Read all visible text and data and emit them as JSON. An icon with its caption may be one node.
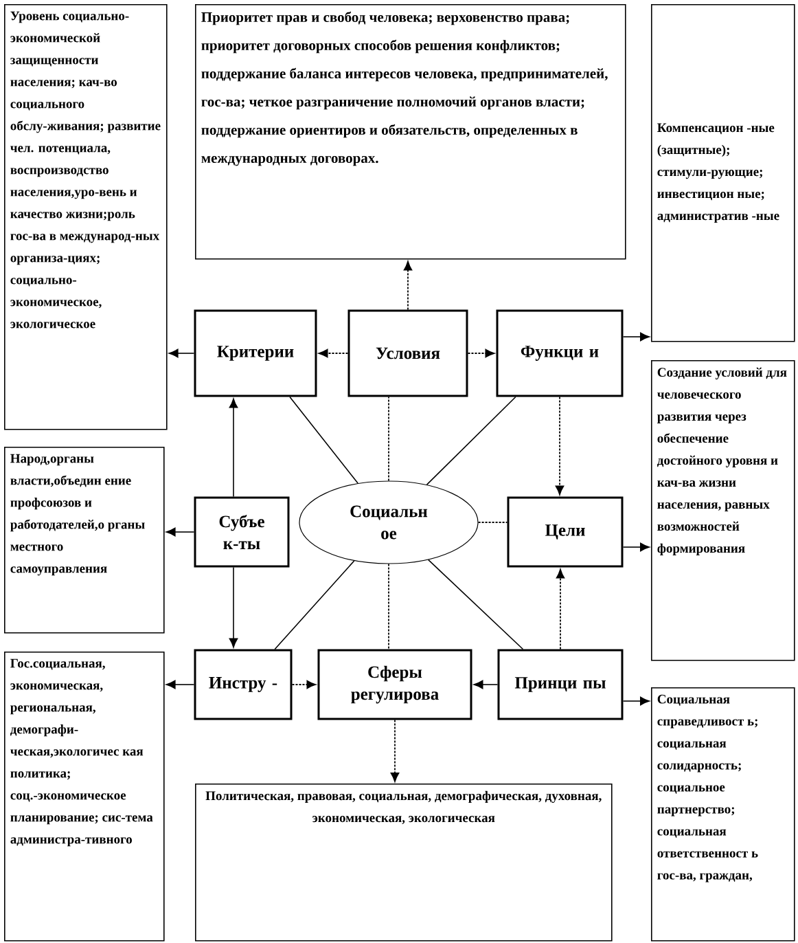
{
  "diagram": {
    "nodes": [
      {
        "text": [
          "Уровень социально-экономической защищенности населения; кач-во социального обслу-живания; развитие чел. потенциала, воспроизводство населения,уро-вень и качество жизни;роль гос-ва в международ-ных организа-циях; социально-экономическое, экологическое"
        ]
      },
      {
        "text": [
          "Приоритет прав и свобод человека; верховенство права; приоритет договорных способов решения конфликтов; поддержание баланса интересов человека, предпринимателей, гос-ва; четкое разграничение полномочий органов власти; поддержание ориентиров и обязательств, определенных в международных договорах."
        ]
      },
      {
        "text": [
          "Компенсацион -ные (защитные); стимули-рующие; инвестицион ные; административ -ные"
        ]
      },
      {
        "text": [
          "Критерии"
        ]
      },
      {
        "text": [
          "Условия"
        ]
      },
      {
        "text": [
          "Функци и"
        ]
      },
      {
        "text": [
          "Создание условий для человеческого развития через обеспечение достойного уровня и кач-ва жизни населения, равных возможностей формирования"
        ]
      },
      {
        "text": [
          "Народ,органы власти,объедин ение профсоюзов и работодателей,о рганы местного самоуправления"
        ]
      },
      {
        "text": [
          "Субъе к-ты"
        ]
      },
      {
        "text": [
          "Социальн ое"
        ]
      },
      {
        "text": [
          "Цели"
        ]
      },
      {
        "text": [
          "Гос.социальная, экономическая, региональная, демографи-ческая,экологичес кая политика; соц.-экономическое планирование; сис-тема администра-тивного"
        ]
      },
      {
        "text": [
          "Инстру -"
        ]
      },
      {
        "text": [
          "Сферы регулирова"
        ]
      },
      {
        "text": [
          "Принци пы"
        ]
      },
      {
        "text": [
          "Политическая, правовая, социальная, демографическая, духовная, экономическая, экологическая"
        ]
      },
      {
        "text": [
          "Социальная справедливост ь; социальная солидарность; социальное партнерство; социальная ответственност ь гос-ва, граждан,"
        ]
      }
    ],
    "edges": [
      {
        "from": 4,
        "to": 1,
        "arrow": "to",
        "style": "dashed"
      },
      {
        "from": 4,
        "to": 3,
        "arrow": "to",
        "style": "dashed"
      },
      {
        "from": 4,
        "to": 5,
        "arrow": "to",
        "style": "dashed"
      },
      {
        "from": 3,
        "to": 0,
        "arrow": "to"
      },
      {
        "from": 5,
        "to": 2,
        "arrow": "to"
      },
      {
        "from": 5,
        "to": 10,
        "arrow": "to",
        "style": "dashed"
      },
      {
        "from": 8,
        "to": 3,
        "arrow": "to"
      },
      {
        "from": 8,
        "to": 7,
        "arrow": "to"
      },
      {
        "from": 8,
        "to": 12,
        "arrow": "to"
      },
      {
        "from": 10,
        "to": 6,
        "arrow": "to"
      },
      {
        "from": 12,
        "to": 11,
        "arrow": "to"
      },
      {
        "from": 12,
        "to": 13,
        "arrow": "to",
        "style": "dashed"
      },
      {
        "from": 14,
        "to": 13,
        "arrow": "to"
      },
      {
        "from": 14,
        "to": 10,
        "arrow": "to",
        "style": "dashed"
      },
      {
        "from": 14,
        "to": 16,
        "arrow": "to"
      },
      {
        "from": 13,
        "to": 15,
        "arrow": "to",
        "style": "dashed"
      },
      {
        "from": 9,
        "to": 3,
        "arrow": "none"
      },
      {
        "from": 9,
        "to": 4,
        "arrow": "none",
        "style": "dashed"
      },
      {
        "from": 9,
        "to": 5,
        "arrow": "none"
      },
      {
        "from": 9,
        "to": 10,
        "arrow": "none",
        "style": "dashed"
      },
      {
        "from": 9,
        "to": 14,
        "arrow": "none"
      },
      {
        "from": 9,
        "to": 13,
        "arrow": "none",
        "style": "dashed"
      },
      {
        "from": 9,
        "to": 12,
        "arrow": "none"
      }
    ]
  }
}
